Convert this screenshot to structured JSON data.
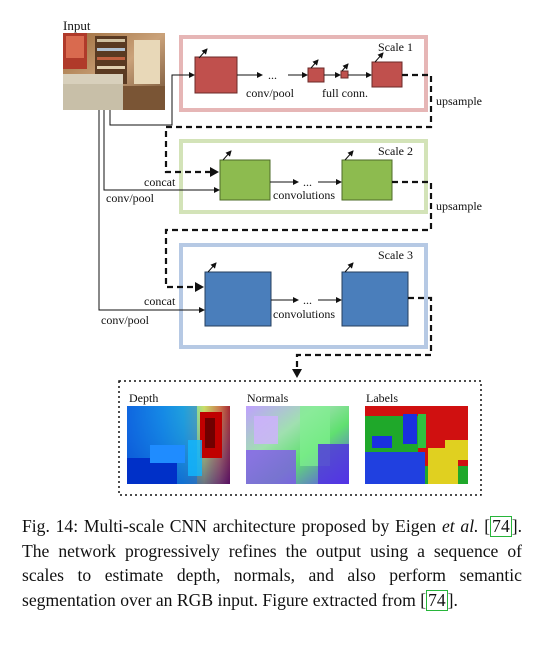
{
  "diagram": {
    "input_label": "Input",
    "scales": [
      {
        "label": "Scale 1",
        "ops": [
          "conv/pool",
          "full conn."
        ],
        "ellipsis": "..."
      },
      {
        "label": "Scale 2",
        "ops": [
          "convolutions"
        ],
        "ellipsis": "..."
      },
      {
        "label": "Scale 3",
        "ops": [
          "convolutions"
        ],
        "ellipsis": "..."
      }
    ],
    "upsample_labels": [
      "upsample",
      "upsample"
    ],
    "concat_labels": [
      "concat",
      "concat"
    ],
    "side_conv_labels": [
      "conv/pool",
      "conv/pool"
    ],
    "outputs": [
      "Depth",
      "Normals",
      "Labels"
    ],
    "colors": {
      "scale1_border": "#e6b6b6",
      "scale1_block": "#c0504d",
      "scale2_border": "#d3e3b8",
      "scale2_block": "#8dbb4f",
      "scale3_border": "#b6c9e4",
      "scale3_block": "#4a7ebb"
    }
  },
  "caption": {
    "prefix": "Fig. 14: Multi-scale CNN architecture proposed by Eigen ",
    "et": "et",
    "al": "al.",
    "ref1": "74",
    "middle": ". The network progressively refines the output using a sequence of scales to estimate depth, normals, and also perform semantic segmentation over an RGB input. Figure extracted from ",
    "ref2": "74",
    "end": "."
  }
}
